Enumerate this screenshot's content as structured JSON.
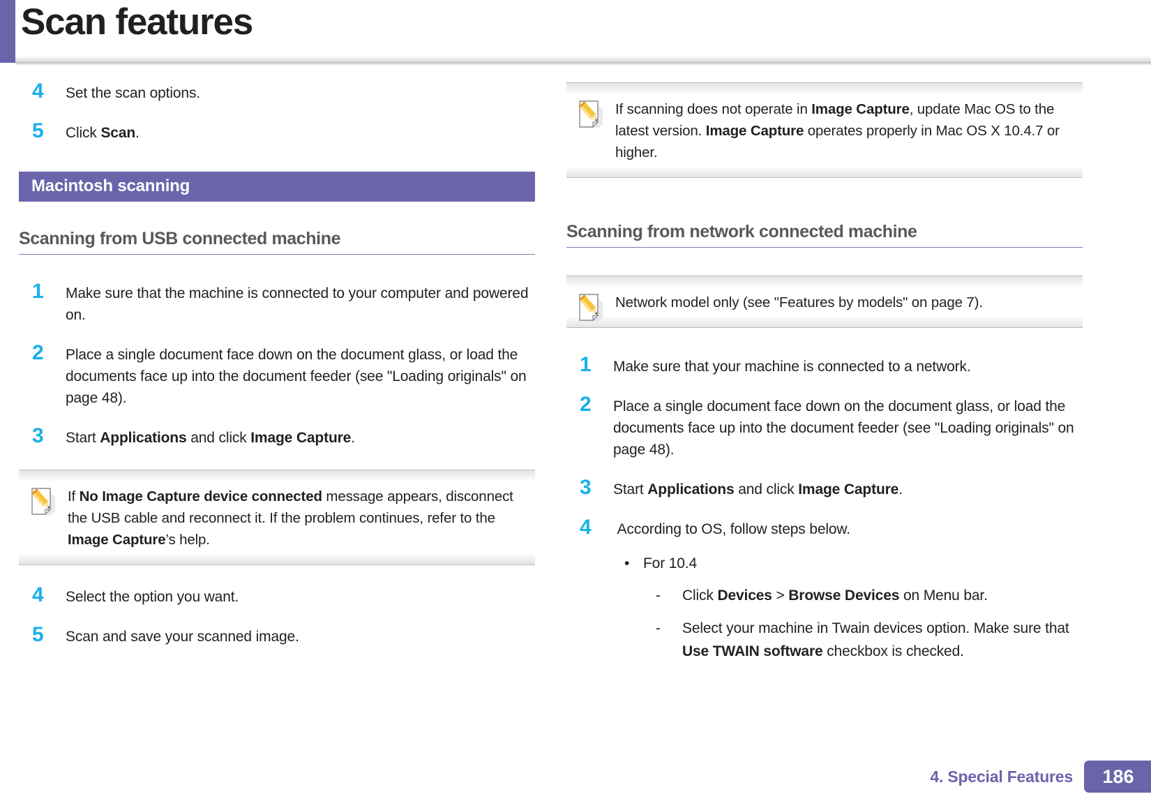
{
  "document": {
    "title": "Scan features",
    "accent_purple": "#6a64ab",
    "accent_cyan": "#19b1e8",
    "heading_gray": "#58595b"
  },
  "left_column": {
    "top_steps": [
      {
        "num": "4",
        "html": "Set the scan options."
      },
      {
        "num": "5",
        "html": "Click <b>Scan</b>."
      }
    ],
    "section_band": "Macintosh scanning",
    "subhead": "Scanning from USB connected machine",
    "steps": [
      {
        "num": "1",
        "html": "Make sure that the machine is connected to your computer and powered on."
      },
      {
        "num": "2",
        "html": "Place a single document face down on the document glass, or load the documents face up into the document feeder (see \"Loading originals\" on page 48)."
      },
      {
        "num": "3",
        "html": "Start <b>Applications</b> and click <b>Image Capture</b>."
      }
    ],
    "note": {
      "icon": "note-pencil-icon",
      "html": "If <b>No Image Capture device connected</b> message appears, disconnect the USB cable and reconnect it. If the problem continues, refer to the <b>Image Capture</b>&rsquo;s help."
    },
    "steps_after_note": [
      {
        "num": "4",
        "html": "Select the option you want."
      },
      {
        "num": "5",
        "html": "Scan and save your scanned image."
      }
    ]
  },
  "right_column": {
    "note_top": {
      "icon": "note-pencil-icon",
      "html": "If scanning does not operate in <b>Image Capture</b>, update Mac OS to the latest version. <b>Image Capture</b> operates properly in Mac OS X 10.4.7 or higher."
    },
    "subhead": "Scanning from network connected machine",
    "note_model": {
      "icon": "note-pencil-icon",
      "html": "Network model only (see \"Features by models\" on page 7)."
    },
    "steps": [
      {
        "num": "1",
        "html": "Make sure that your machine is connected to a network."
      },
      {
        "num": "2",
        "html": "Place a single document face down on the document glass, or load the documents face up into the document feeder (see \"Loading originals\" on page 48)."
      },
      {
        "num": "3",
        "html": "Start <b>Applications</b> and click <b>Image Capture</b>."
      },
      {
        "num": "4",
        "html": "&nbsp;According to OS, follow steps below."
      }
    ],
    "bullets": [
      {
        "marker": "•",
        "html": "For 10.4",
        "sub": [
          {
            "marker": "-",
            "html": "Click <b>Devices</b> &gt; <b>Browse Devices</b> on Menu bar."
          },
          {
            "marker": "-",
            "html": "Select your machine in Twain devices option. Make sure that <b>Use TWAIN software</b> checkbox is checked."
          }
        ]
      }
    ]
  },
  "footer": {
    "chapter_label": "4.  Special Features",
    "page_number": "186"
  }
}
